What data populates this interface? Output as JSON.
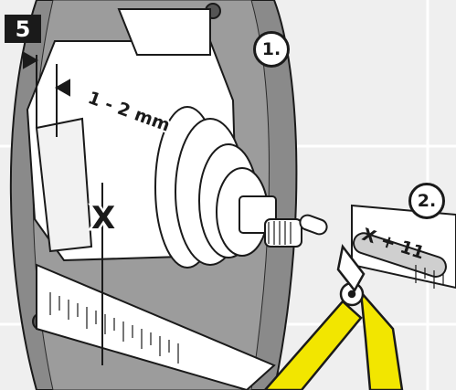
{
  "step": {
    "number": "5"
  },
  "callouts": {
    "step1": "1.",
    "step2": "2."
  },
  "measurement": {
    "gap": "1 - 2 mm",
    "length": "X",
    "ruler_label": "X + 11"
  },
  "colors": {
    "background": "#ffffff",
    "tile": "#ececec",
    "plate": "#8a8a8a",
    "plate_dark": "#6d6d6d",
    "cartridge": "#ffffff",
    "outline": "#1a1a1a",
    "pliers": "#f2e600",
    "badge": "#1a1a1a"
  }
}
